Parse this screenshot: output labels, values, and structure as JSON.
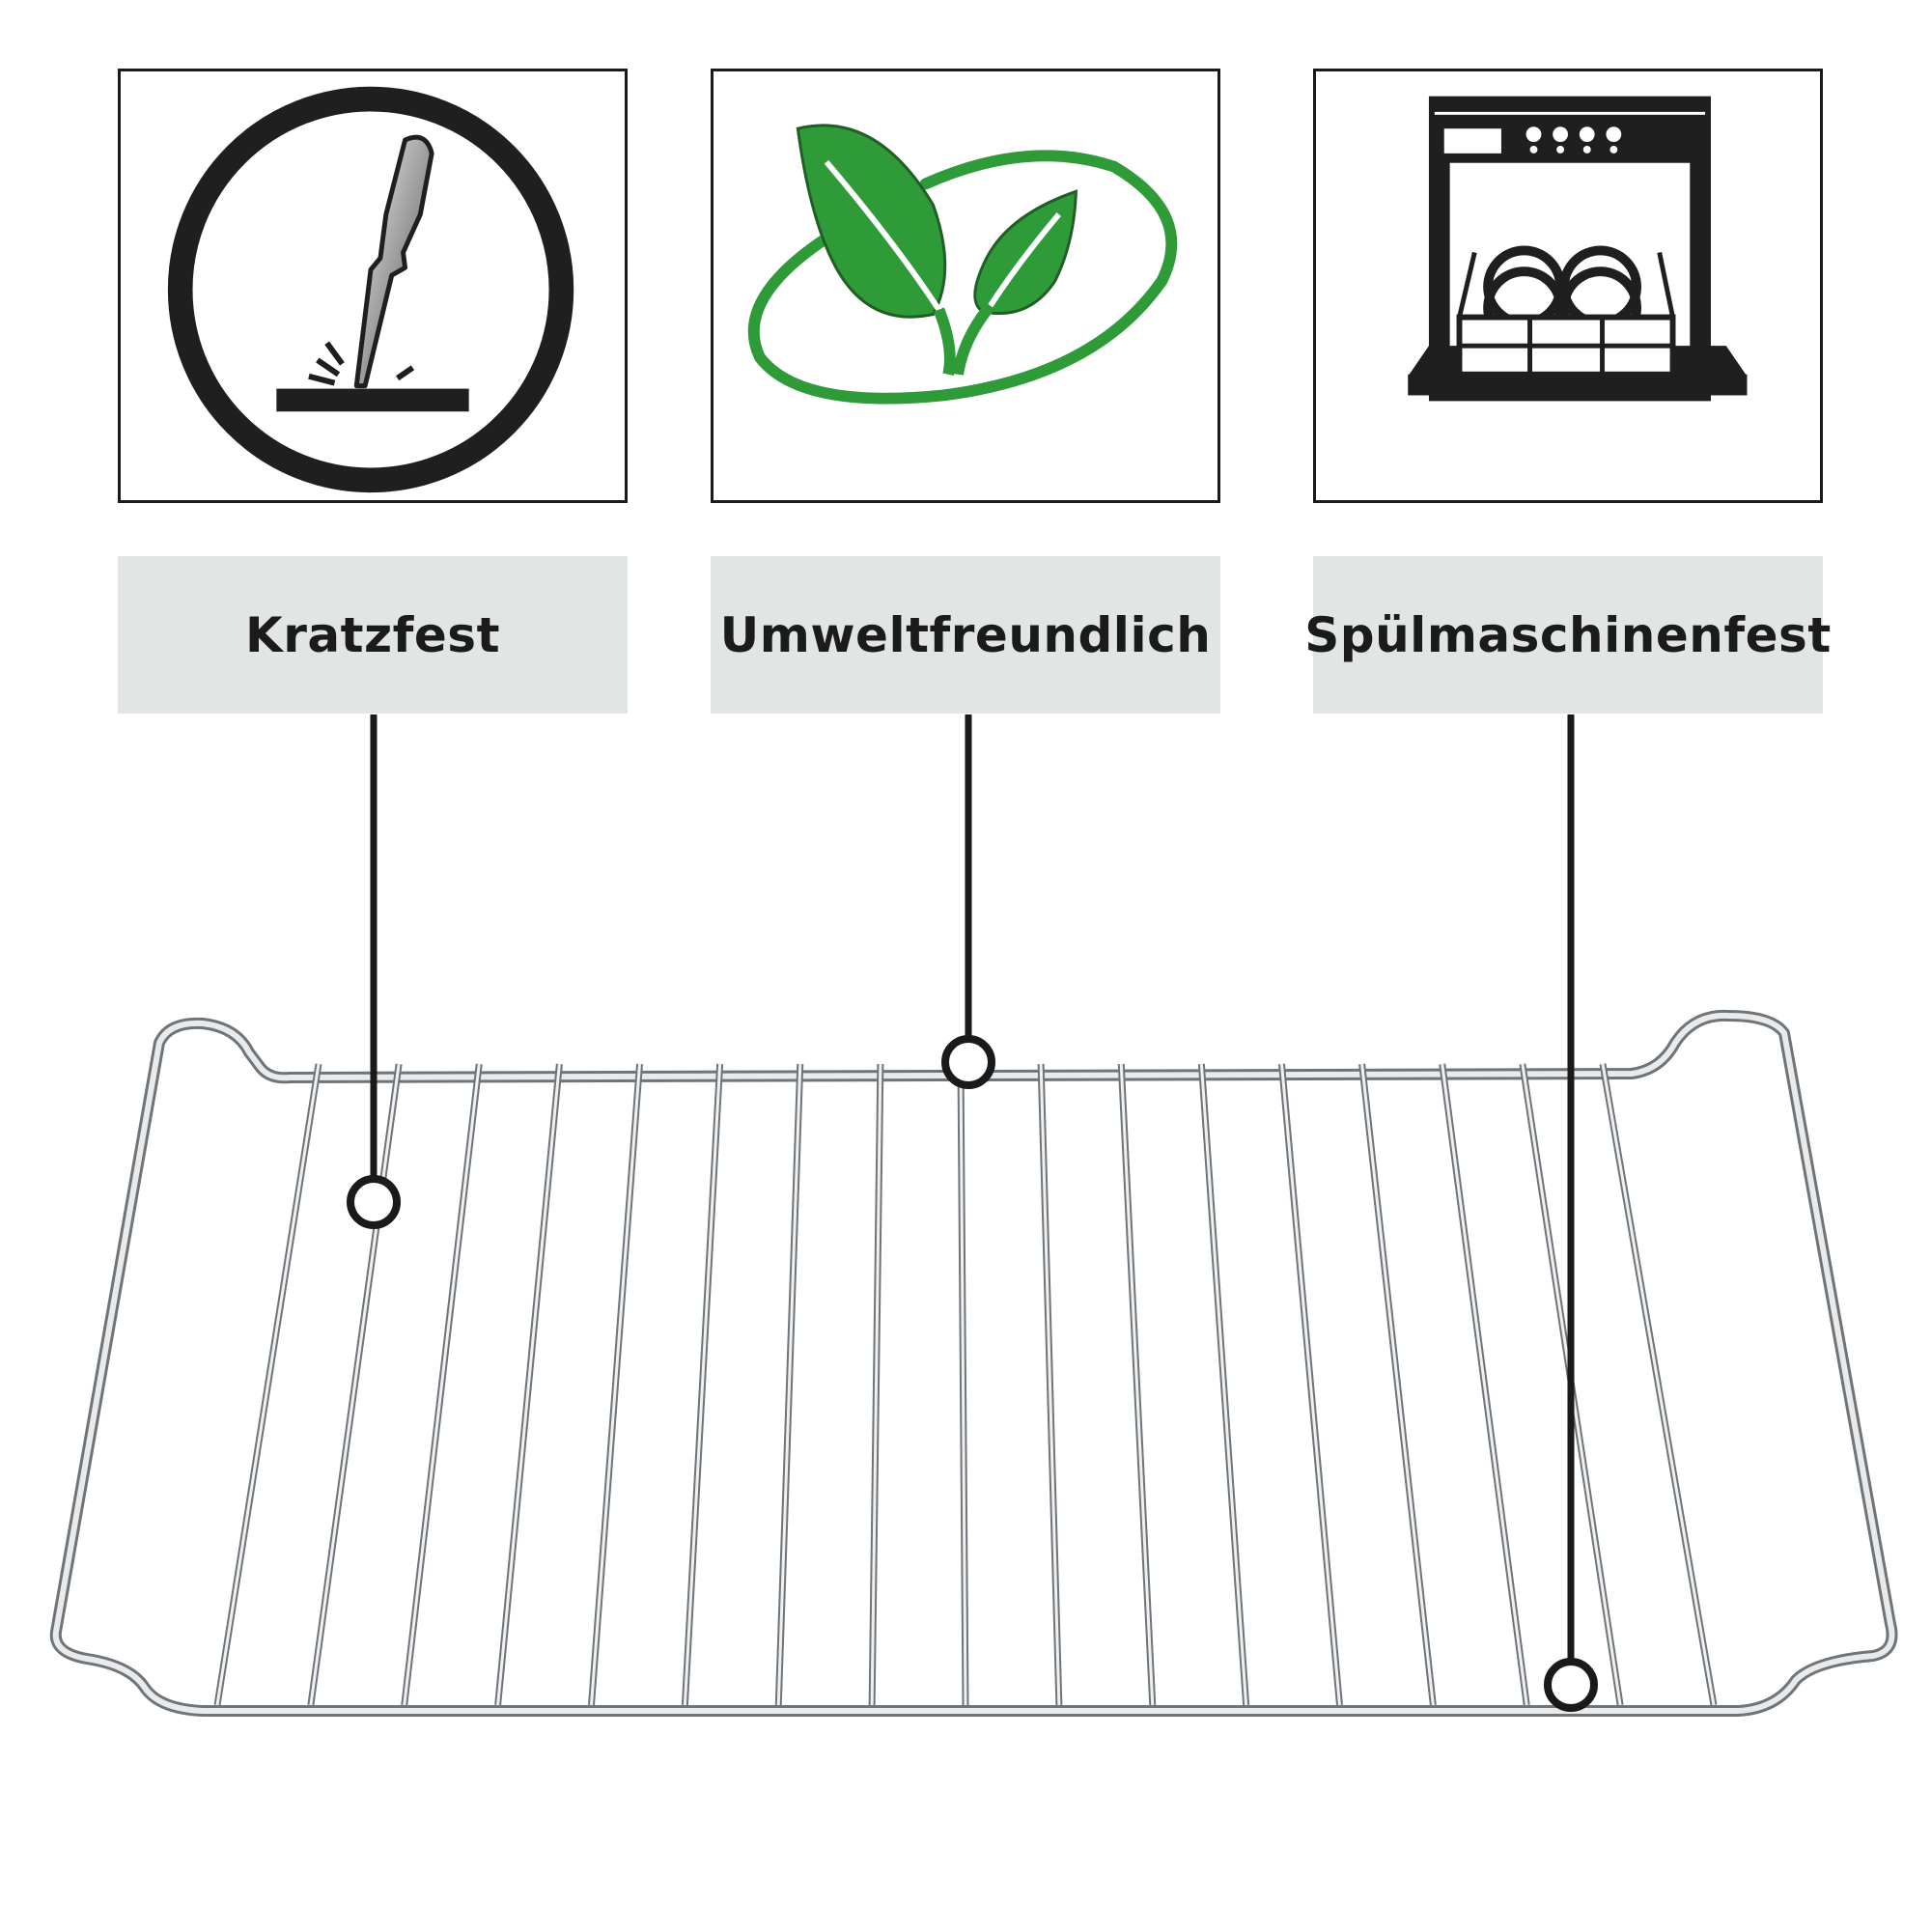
{
  "features": [
    {
      "label": "Kratzfest",
      "icon": "scratch-resistant-icon"
    },
    {
      "label": "Umweltfreundlich",
      "icon": "eco-leaves-icon"
    },
    {
      "label": "Spülmaschinenfest",
      "icon": "dishwasher-icon"
    }
  ],
  "colors": {
    "label_bg": "#e1e6e4",
    "leaf_green": "#2e9b38",
    "line": "#1a1a1a",
    "wire": "#b8bcbf"
  }
}
